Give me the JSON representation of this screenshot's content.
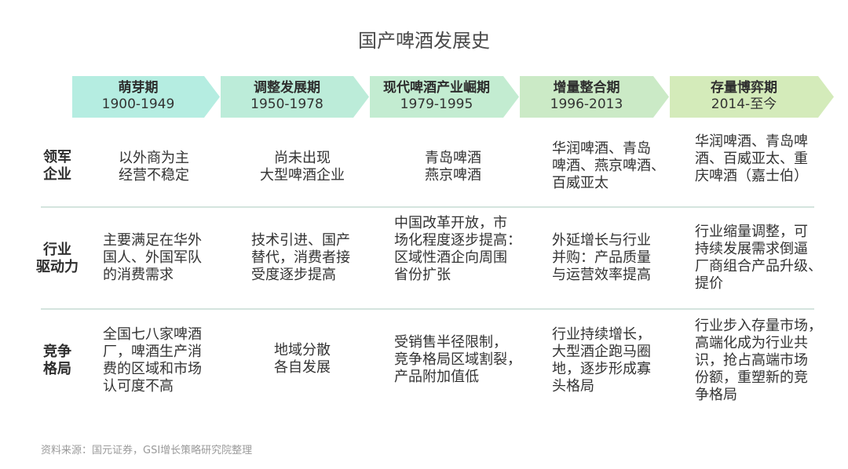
{
  "title": "国产啤酒发展史",
  "stages": [
    {
      "name": "萌芽期",
      "period": "1900-1949",
      "color": "#b5ede1"
    },
    {
      "name": "调整发展期",
      "period": "1950-1978",
      "color": "#bcecd9"
    },
    {
      "name": "现代啤酒产业崛期",
      "period": "1979-1995",
      "color": "#c3ecd1"
    },
    {
      "name": "增量整合期",
      "period": "1996-2013",
      "color": "#cbeac6"
    },
    {
      "name": "存量博弈期",
      "period": "2014-至今",
      "color": "#d4ebba"
    }
  ],
  "rows": [
    {
      "label": "领军\n企业",
      "cells": [
        "以外商为主\n经营不稳定",
        "尚未出现\n大型啤酒企业",
        "青岛啤酒\n燕京啤酒",
        "华润啤酒、青岛\n啤酒、燕京啤酒、\n百威亚太",
        "华润啤酒、青岛啤\n酒、百威亚太、重\n庆啤酒（嘉士伯）"
      ]
    },
    {
      "label": "行业\n驱动力",
      "cells": [
        "主要满足在华外\n国人、外国军队\n的消费需求",
        "技术引进、国产\n替代，消费者接\n受度逐步提高",
        "中国改革开放，市\n场化程度逐步提高：\n区域性酒企向周围\n省份扩张",
        "外延增长与行业\n并购：产品质量\n与运营效率提高",
        "行业缩量调整，可\n持续发展需求倒逼\n厂商组合产品升级、\n提价"
      ]
    },
    {
      "label": "竞争\n格局",
      "cells": [
        "全国七八家啤酒\n厂，啤酒生产消\n费的区域和市场\n认可度不高",
        "地域分散\n各自发展",
        "受销售半径限制，\n竞争格局区域割裂，\n产品附加值低",
        "行业持续增长，\n大型酒企跑马圈\n地，逐步形成寡\n头格局",
        "行业步入存量市场，\n高端化成为行业共\n识，抢占高端市场\n份额，重塑新的竞\n争格局"
      ]
    }
  ],
  "source": "资料来源：国元证券，GSI增长策略研究院整理"
}
